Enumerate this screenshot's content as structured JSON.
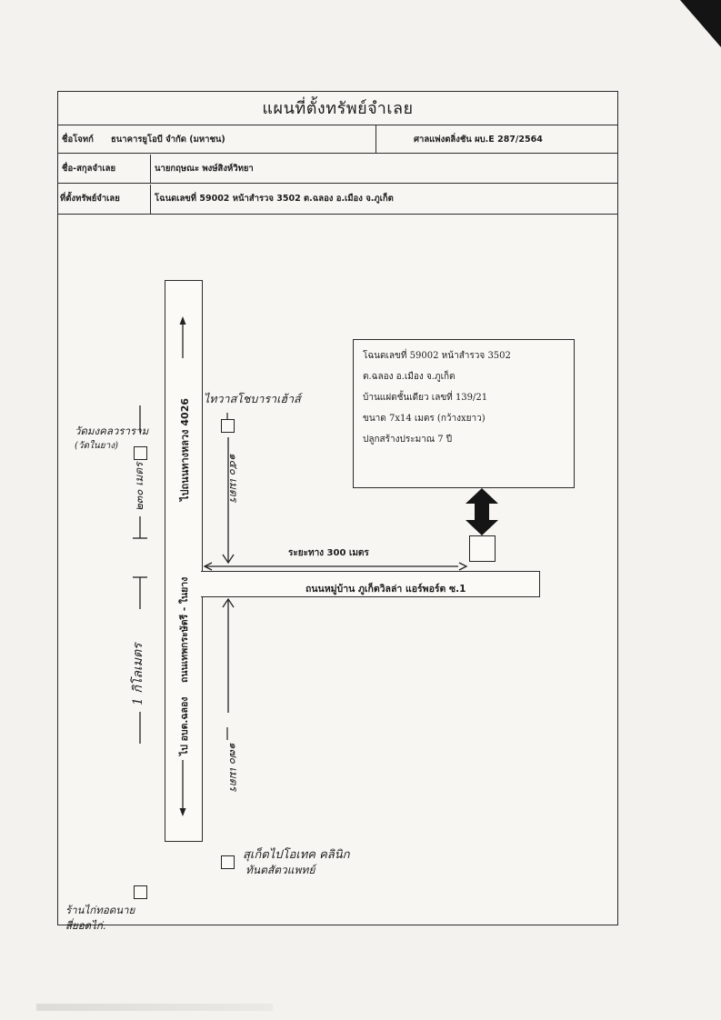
{
  "header": {
    "title": "แผนที่ตั้งทรัพย์จำเลย",
    "plaintiff_label": "ชื่อโจทก์",
    "plaintiff_value": "ธนาคารยูโอบี จำกัด (มหาชน)",
    "court_value": "ศาลแพ่งตลิ่งชัน ผบ.E 287/2564",
    "defendant_label": "ชื่อ-สกุลจำเลย",
    "defendant_value": "นายกฤษณะ พงษ์สิงห์วิทยา",
    "location_label": "ที่ตั้งทรัพย์จำเลย",
    "location_value": "โฉนดเลขที่ 59002 หน้าสำรวจ 3502 ต.ฉลอง อ.เมือง จ.ภูเก็ต"
  },
  "map": {
    "main_road_top": "ไปถนนทางหลวง 4026",
    "main_road_bottom": "ไป อบต.ฉลอง",
    "main_road_name": "ถนนเทพกระษัตรี - ในยาง",
    "side_road_name": "ถนนหมู่บ้าน ภูเก็ตวิลล่า แอร์พอร์ต ซ.1",
    "distance": "ระยะทาง 300 เมตร",
    "lm_top_right": "ไทวาสโชบาราเฮ้าส์",
    "dist_top_right": "๑๕๐ เมตร",
    "lm_left_top": "วัดมงคลวราราม",
    "lm_left_top_2": "(วัดในยาง)",
    "dist_left_top": "๒๓๐ เมตร",
    "dist_left_bottom": "1 กิโลเมตร",
    "lm_left_bottom": "ร้านไก่ทอดนาย",
    "lm_left_bottom_2": "สี่ยอดไก่.",
    "dist_bottom_right": "๑๗๐ เมตร",
    "lm_bottom_right": "สุเก็ตไปโอเทค คลินิก",
    "lm_bottom_right_2": "ทันตสัตวแพทย์"
  },
  "info_box": {
    "line1": "โฉนดเลขที่ 59002 หน้าสำรวจ 3502",
    "line2": "ต.ฉลอง อ.เมือง จ.ภูเก็ต",
    "line3": "บ้านแฝดชั้นเดียว เลขที่ 139/21",
    "line4": "ขนาด 7x14 เมตร (กว้างxยาว)",
    "line5": "ปลูกสร้างประมาณ 7 ปี"
  },
  "colors": {
    "ink": "#1c1c1c",
    "paper": "#f7f6f3"
  }
}
